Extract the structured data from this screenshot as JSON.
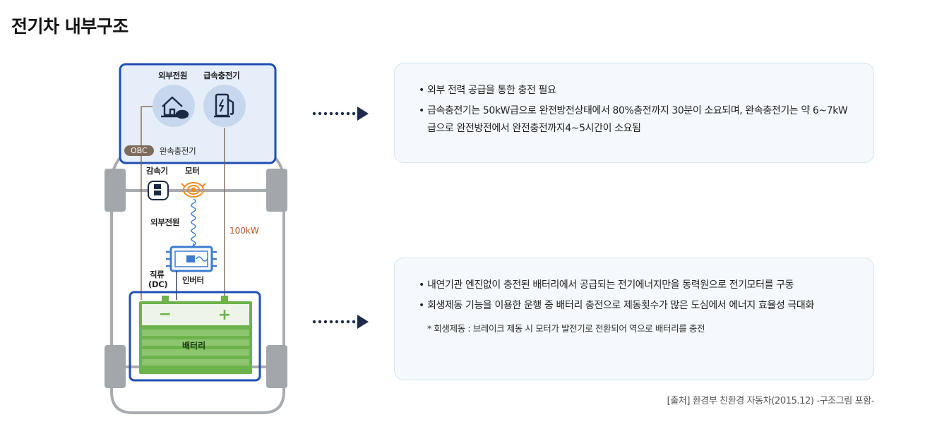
{
  "page_title": "전기차 내부구조",
  "diagram": {
    "external_power_top": "외부전원",
    "fast_charger": "급속충전기",
    "obc": "OBC",
    "slow_charger": "완속충전기",
    "reducer": "감속기",
    "motor": "모터",
    "external_power_mid": "외부전원",
    "power_label": "100kW",
    "dc_line1": "직류",
    "dc_line2": "(DC)",
    "inverter": "인버터",
    "battery": "배터리"
  },
  "colors": {
    "blue_border": "#1f4fb4",
    "panel_fill": "#e6eef9",
    "icon_circle": "#c7d8ee",
    "icon_dark": "#1a2a44",
    "battery_green": "#6db34c",
    "arrow_navy": "#1e2a4a"
  },
  "info_top": {
    "items": [
      "외부 전력 공급을 통한 충전 필요",
      "급속충전기는 50kW급으로 완전방전상태에서 80%충전까지 30분이 소요되며, 완속충전기는 약 6~7kW급으로 완전방전에서 완전충전까지4~5시간이 소요됨"
    ]
  },
  "info_bottom": {
    "items": [
      "내연기관 엔진없이 충전된 배터리에서 공급되는 전기에너지만을 동력원으로 전기모터를 구동",
      "회생제동 기능을 이용한 운행 중 배터리 충전으로 제동횟수가 많은 도심에서 에너지 효율성 극대화"
    ],
    "footnote": "* 회생제동 : 브레이크 제동 시 모터가 발전기로 전환되어 역으로 배터리를 충전"
  },
  "source": "[출처] 환경부 친환경 자동차(2015.12) -구조그림 포함-"
}
